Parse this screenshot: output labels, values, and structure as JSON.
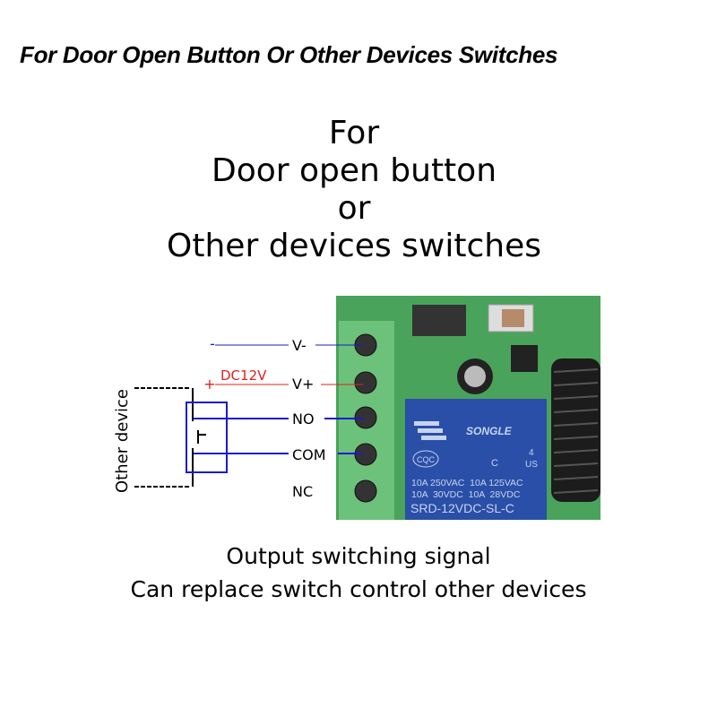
{
  "header": {
    "title": "For Door Open Button Or Other Devices Switches"
  },
  "heading": {
    "lines": [
      "For",
      "Door open button",
      "or",
      "Other devices switches"
    ]
  },
  "wiring": {
    "minus_sign": "-",
    "plus_sign": "+",
    "voltage": "DC12V",
    "terminals": [
      "V-",
      "V+",
      "NO",
      "COM",
      "NC"
    ],
    "device_label": "Other device"
  },
  "relay": {
    "brand": "SONGLE",
    "cert_left": "CQC",
    "ul_c": "C",
    "ul_num": "4",
    "ul_us": "US",
    "rating1": "10A 250VAC  10A 125VAC",
    "rating2": "10A  30VDC  10A  28VDC",
    "model": "SRD-12VDC-SL-C"
  },
  "caption": {
    "line1": "Output switching signal",
    "line2": "Can replace switch control other devices"
  },
  "colors": {
    "blue_wire": "#1a1ad0",
    "red_wire": "#e02020",
    "pcb": "#4aa35a",
    "terminal": "#6cc27a",
    "relay": "#2a4fa8"
  }
}
